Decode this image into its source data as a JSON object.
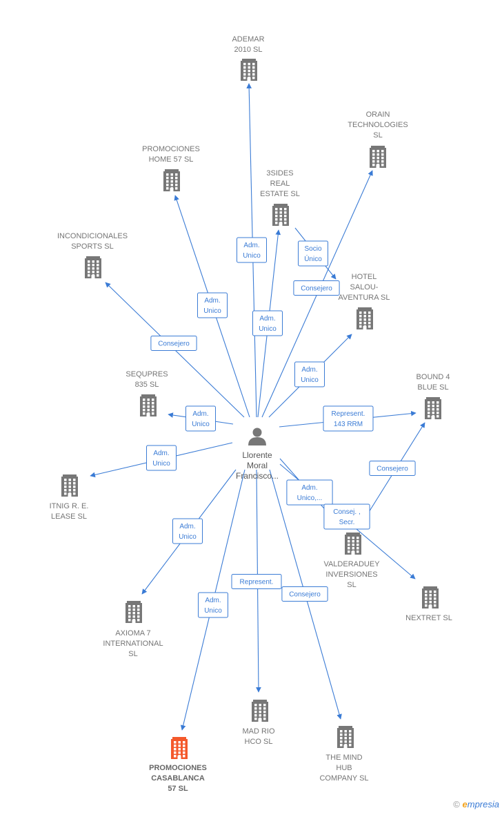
{
  "colors": {
    "edge": "#3a7bd5",
    "building": "#777777",
    "building_highlight": "#f4592b",
    "person": "#777777"
  },
  "center": {
    "id": "person",
    "icon": "person-icon",
    "label_lines": [
      "Llorente",
      "Moral",
      "Francisco..."
    ]
  },
  "nodes": [
    {
      "id": "ademar",
      "label_lines": [
        "ADEMAR",
        "2010 SL"
      ]
    },
    {
      "id": "orain",
      "label_lines": [
        "ORAIN",
        "TECHNOLOGIES",
        "SL"
      ]
    },
    {
      "id": "promo57",
      "label_lines": [
        "PROMOCIONES",
        "HOME 57  SL"
      ]
    },
    {
      "id": "sides",
      "label_lines": [
        "3SIDES",
        "REAL",
        "ESTATE  SL"
      ]
    },
    {
      "id": "incond",
      "label_lines": [
        "INCONDICIONALES",
        "SPORTS SL"
      ]
    },
    {
      "id": "hotel",
      "label_lines": [
        "HOTEL",
        "SALOU-",
        "AVENTURA  SL"
      ]
    },
    {
      "id": "sequpres",
      "label_lines": [
        "SEQUPRES",
        "835  SL"
      ]
    },
    {
      "id": "bound",
      "label_lines": [
        "BOUND 4",
        "BLUE  SL"
      ]
    },
    {
      "id": "itnig",
      "label_lines": [
        "ITNIG R. E.",
        "LEASE  SL"
      ]
    },
    {
      "id": "valde",
      "label_lines": [
        "VALDERADUEY",
        "INVERSIONES",
        "SL"
      ]
    },
    {
      "id": "nextret",
      "label_lines": [
        "NEXTRET SL"
      ]
    },
    {
      "id": "axioma",
      "label_lines": [
        "AXIOMA 7",
        "INTERNATIONAL",
        "SL"
      ]
    },
    {
      "id": "casablanca",
      "label_lines": [
        "PROMOCIONES",
        "CASABLANCA",
        "57  SL"
      ],
      "highlight": true
    },
    {
      "id": "madrio",
      "label_lines": [
        "MAD RIO",
        "HCO  SL"
      ]
    },
    {
      "id": "mindhub",
      "label_lines": [
        "THE MIND",
        "HUB",
        "COMPANY  SL"
      ]
    }
  ],
  "edges": [
    {
      "from": "person",
      "to": "ademar",
      "label_lines": [
        "Adm.",
        "Unico"
      ]
    },
    {
      "from": "person",
      "to": "orain",
      "label_lines": [
        "Consejero"
      ]
    },
    {
      "from": "person",
      "to": "promo57",
      "label_lines": [
        "Adm.",
        "Unico"
      ]
    },
    {
      "from": "person",
      "to": "sides",
      "label_lines": [
        "Adm.",
        "Unico"
      ]
    },
    {
      "from": "sides",
      "to": "hotel",
      "label_lines": [
        "Socio",
        "Único"
      ]
    },
    {
      "from": "person",
      "to": "incond",
      "label_lines": [
        "Consejero"
      ]
    },
    {
      "from": "person",
      "to": "hotel",
      "label_lines": [
        "Adm.",
        "Unico"
      ]
    },
    {
      "from": "person",
      "to": "sequpres",
      "label_lines": [
        "Adm.",
        "Unico"
      ]
    },
    {
      "from": "person",
      "to": "bound",
      "label_lines": [
        "Represent.",
        "143 RRM"
      ]
    },
    {
      "from": "person",
      "to": "itnig",
      "label_lines": [
        "Adm.",
        "Unico"
      ]
    },
    {
      "from": "person",
      "to": "valde",
      "label_lines": [
        "Adm.",
        "Unico,..."
      ]
    },
    {
      "from": "person",
      "to": "nextret",
      "label_lines": [
        "Consej. ,",
        "Secr."
      ]
    },
    {
      "from": "valde",
      "to": "bound",
      "label_lines": [
        "Consejero"
      ]
    },
    {
      "from": "person",
      "to": "axioma",
      "label_lines": [
        "Adm.",
        "Unico"
      ]
    },
    {
      "from": "person",
      "to": "casablanca",
      "label_lines": [
        "Adm.",
        "Unico"
      ]
    },
    {
      "from": "person",
      "to": "madrio",
      "label_lines": [
        "Represent."
      ]
    },
    {
      "from": "person",
      "to": "mindhub",
      "label_lines": [
        "Consejero"
      ]
    }
  ],
  "branding": {
    "copyright": "©",
    "e": "e",
    "rest": "mpresia"
  }
}
